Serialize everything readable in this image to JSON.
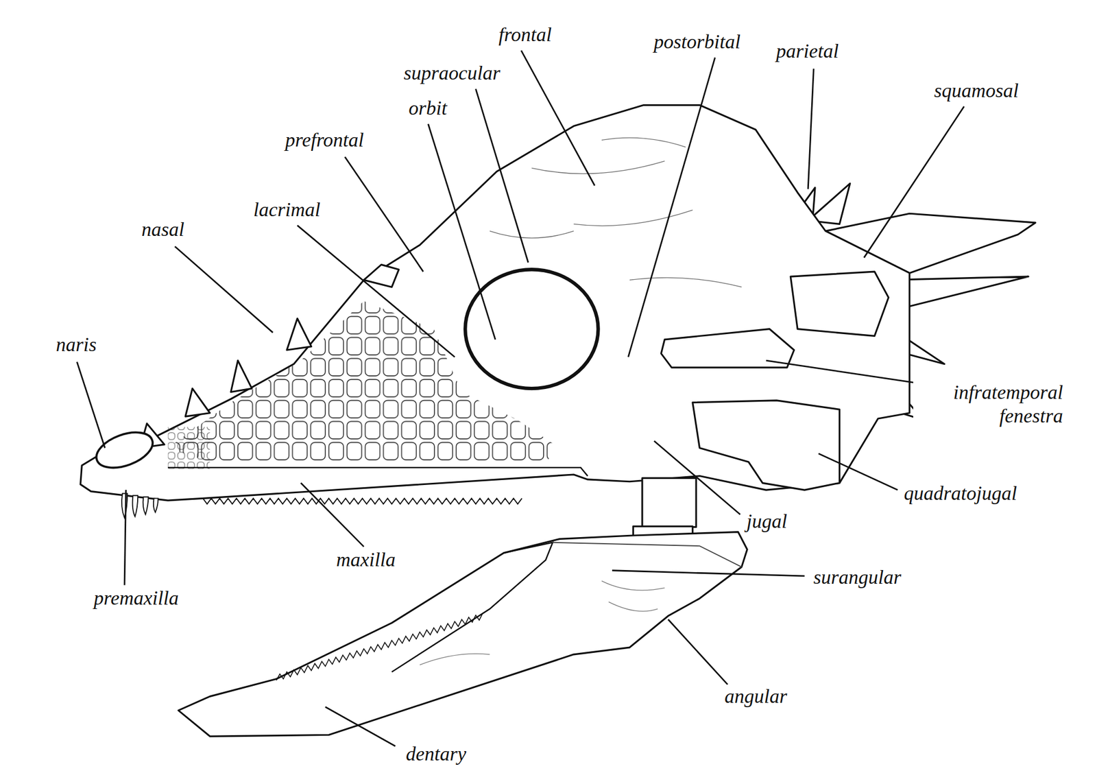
{
  "diagram": {
    "labels": [
      "frontal",
      "postorbital",
      "parietal",
      "supraocular",
      "squamosal",
      "orbit",
      "prefrontal",
      "lacrimal",
      "nasal",
      "naris",
      "infratemporal fenestra",
      "quadratojugal",
      "jugal",
      "maxilla",
      "surangular",
      "premaxilla",
      "angular",
      "dentary"
    ]
  }
}
